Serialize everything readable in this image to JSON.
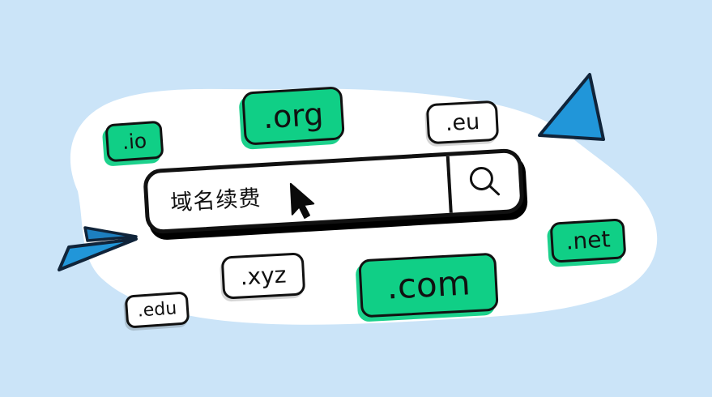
{
  "illustration": {
    "title": "Domain name renewal search illustration",
    "background_color": "#cbe4f8",
    "blob_color": "#ffffff",
    "accent_green": "#10cf86",
    "accent_blue": "#2196d9",
    "outline_color": "#111111"
  },
  "search": {
    "query": "域名续费",
    "placeholder": "域名续费",
    "button_icon": "search-icon",
    "cursor_icon": "mouse-pointer-icon"
  },
  "badges": [
    {
      "id": "io",
      "label": ".io",
      "style": "green",
      "icon": "domain-tag-icon"
    },
    {
      "id": "org",
      "label": ".org",
      "style": "green",
      "icon": "domain-tag-icon"
    },
    {
      "id": "eu",
      "label": ".eu",
      "style": "white",
      "icon": "domain-tag-icon"
    },
    {
      "id": "net",
      "label": ".net",
      "style": "green",
      "icon": "domain-tag-icon"
    },
    {
      "id": "com",
      "label": ".com",
      "style": "green",
      "icon": "domain-tag-icon"
    },
    {
      "id": "xyz",
      "label": ".xyz",
      "style": "white",
      "icon": "domain-tag-icon"
    },
    {
      "id": "edu",
      "label": ".edu",
      "style": "white",
      "icon": "domain-tag-icon"
    }
  ],
  "decorations": {
    "arrows": [
      {
        "id": "top-right",
        "color": "#2196d9",
        "icon": "arrow-spark-icon"
      },
      {
        "id": "left-upper",
        "color": "#1d7fc0",
        "icon": "arrow-spark-icon"
      },
      {
        "id": "left-lower",
        "color": "#2196d9",
        "icon": "arrow-spark-icon"
      }
    ]
  }
}
